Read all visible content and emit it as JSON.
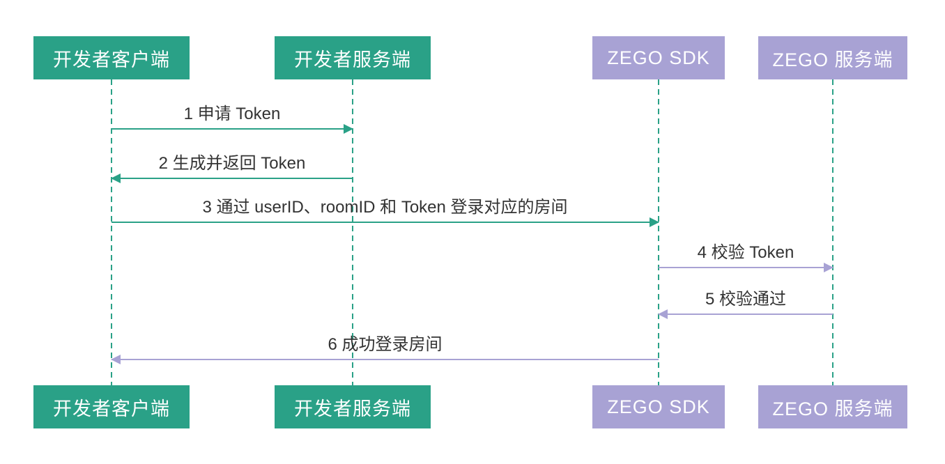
{
  "diagram": {
    "type": "sequence-diagram",
    "colors": {
      "actor_green": "#2aa187",
      "actor_purple": "#a8a2d4",
      "arrow_green": "#2aa187",
      "arrow_purple": "#a8a2d4",
      "lifeline": "#2aa187",
      "message_text": "#333333",
      "background": "#ffffff",
      "actor_text": "#ffffff"
    },
    "actors": [
      {
        "name": "开发者客户端",
        "color": "#2aa187"
      },
      {
        "name": "开发者服务端",
        "color": "#2aa187"
      },
      {
        "name": "ZEGO SDK",
        "color": "#a8a2d4"
      },
      {
        "name": "ZEGO 服务端",
        "color": "#a8a2d4"
      }
    ],
    "messages": [
      {
        "seq": 1,
        "label": "1 申请 Token",
        "from": "开发者客户端",
        "to": "开发者服务端",
        "direction": "right",
        "color": "#2aa187"
      },
      {
        "seq": 2,
        "label": "2 生成并返回 Token",
        "from": "开发者服务端",
        "to": "开发者客户端",
        "direction": "left",
        "color": "#2aa187"
      },
      {
        "seq": 3,
        "label": "3 通过 userID、roomID 和 Token 登录对应的房间",
        "from": "开发者客户端",
        "to": "ZEGO SDK",
        "direction": "right",
        "color": "#2aa187"
      },
      {
        "seq": 4,
        "label": "4 校验 Token",
        "from": "ZEGO SDK",
        "to": "ZEGO 服务端",
        "direction": "right",
        "color": "#a8a2d4"
      },
      {
        "seq": 5,
        "label": "5 校验通过",
        "from": "ZEGO 服务端",
        "to": "ZEGO SDK",
        "direction": "left",
        "color": "#a8a2d4"
      },
      {
        "seq": 6,
        "label": "6 成功登录房间",
        "from": "ZEGO SDK",
        "to": "开发者客户端",
        "direction": "left",
        "color": "#a8a2d4"
      }
    ]
  }
}
